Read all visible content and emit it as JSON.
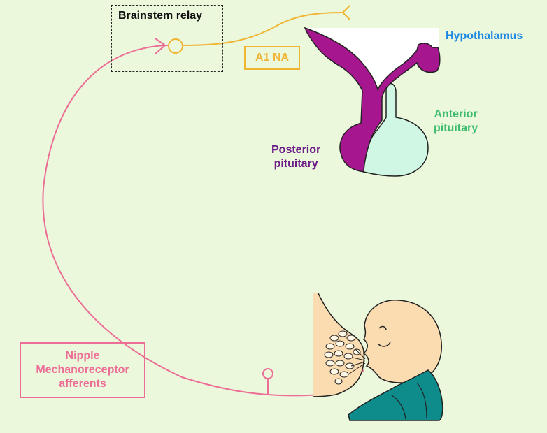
{
  "labels": {
    "brainstem_relay": "Brainstem relay",
    "a1_na": "A1 NA",
    "hypothalamus": "Hypothalamus",
    "anterior_pituitary": "Anterior\npituitary",
    "posterior_pituitary": "Posterior\npituitary",
    "nipple_afferents": "Nipple\nMechanoreceptor\nafferents"
  },
  "colors": {
    "background": "#ebf8dc",
    "hypothalamus_text": "#1e88e5",
    "anterior_text": "#3dbb6e",
    "posterior_text": "#6a1b86",
    "posterior_fill": "#a5168f",
    "anterior_fill": "#cff7e3",
    "a1_pathway": "#f0b533",
    "afferent_pathway": "#ec6d95",
    "skin": "#fbdcb0",
    "shirt": "#0e8c8c"
  },
  "icons": [
    "posterior-pituitary-shape",
    "anterior-pituitary-shape",
    "breast-shape",
    "baby-head-shape",
    "alveoli-cluster-shape"
  ]
}
